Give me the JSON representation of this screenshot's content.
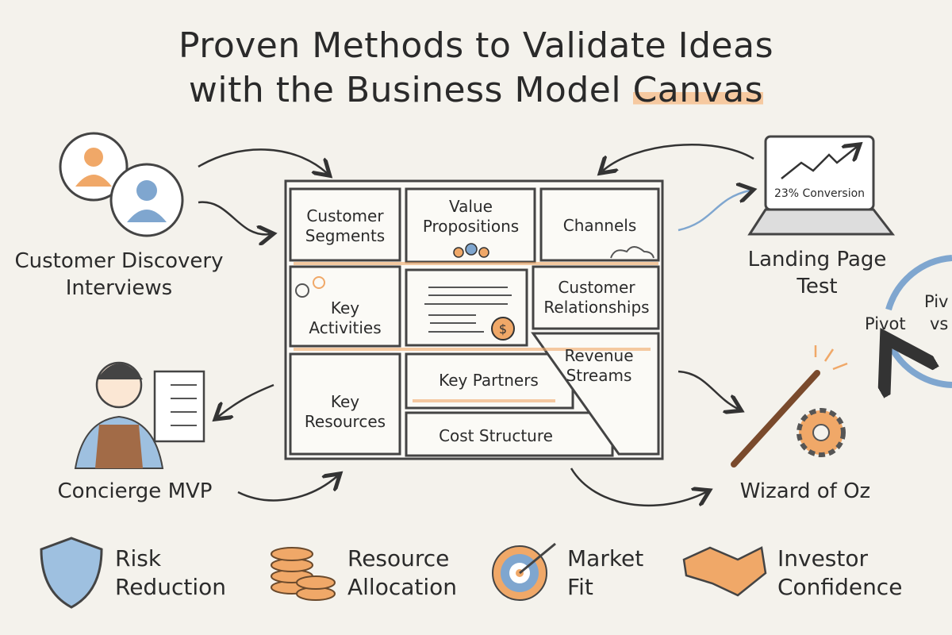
{
  "title": {
    "line1": "Proven Methods to Validate Ideas",
    "line2_prefix": "with the Business Model",
    "line2_highlight": "Canvas"
  },
  "canvas": {
    "customer_segments": "Customer Segments",
    "value_propositions": "Value Propositions",
    "channels": "Channels",
    "key_activities": "Key Activities",
    "customer_relationships": "Customer Relationships",
    "key_resources": "Key Resources",
    "key_partners": "Key Partners",
    "revenue_streams": "Revenue Streams",
    "cost_structure": "Cost Structure"
  },
  "methods": {
    "customer_discovery": "Customer Discovery Interviews",
    "landing_page": "Landing Page Test",
    "landing_metric": "23% Conversion",
    "concierge": "Concierge MVP",
    "wizard": "Wizard of Oz",
    "pivot": "Pivot",
    "pivot_cut_1": "Piv",
    "pivot_cut_2": "vs"
  },
  "benefits": [
    {
      "label": "Risk Reduction",
      "icon": "shield-icon"
    },
    {
      "label": "Resource Allocation",
      "icon": "coins-icon"
    },
    {
      "label": "Market Fit",
      "icon": "target-icon"
    },
    {
      "label": "Investor Confidence",
      "icon": "handshake-icon"
    }
  ],
  "colors": {
    "accent_orange": "#f0a868",
    "accent_blue": "#7fa6cf",
    "ink": "#2b2b2b"
  }
}
